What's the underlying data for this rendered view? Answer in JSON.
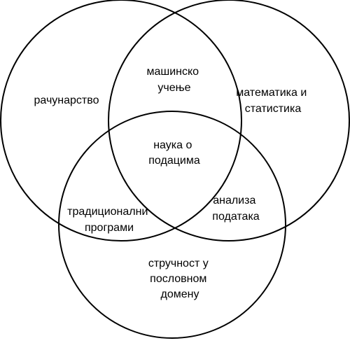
{
  "diagram": {
    "type": "venn",
    "sets": [
      "рачунарство",
      "математика и статистика",
      "стручност у пословном домену"
    ],
    "regions": {
      "computing": [
        "рачунарство"
      ],
      "math_stats": [
        "математика и",
        "статистика"
      ],
      "domain_expertise": [
        "стручност у",
        "пословном",
        "домену"
      ],
      "machine_learning": [
        "машинско",
        "учење"
      ],
      "traditional_programs": [
        "традиционални",
        "програми"
      ],
      "data_analysis": [
        "анализа",
        "података"
      ],
      "data_science": [
        "наука о",
        "подацима"
      ]
    },
    "colors": {
      "stroke": "#000000",
      "background": "#ffffff",
      "text": "#000000"
    }
  }
}
